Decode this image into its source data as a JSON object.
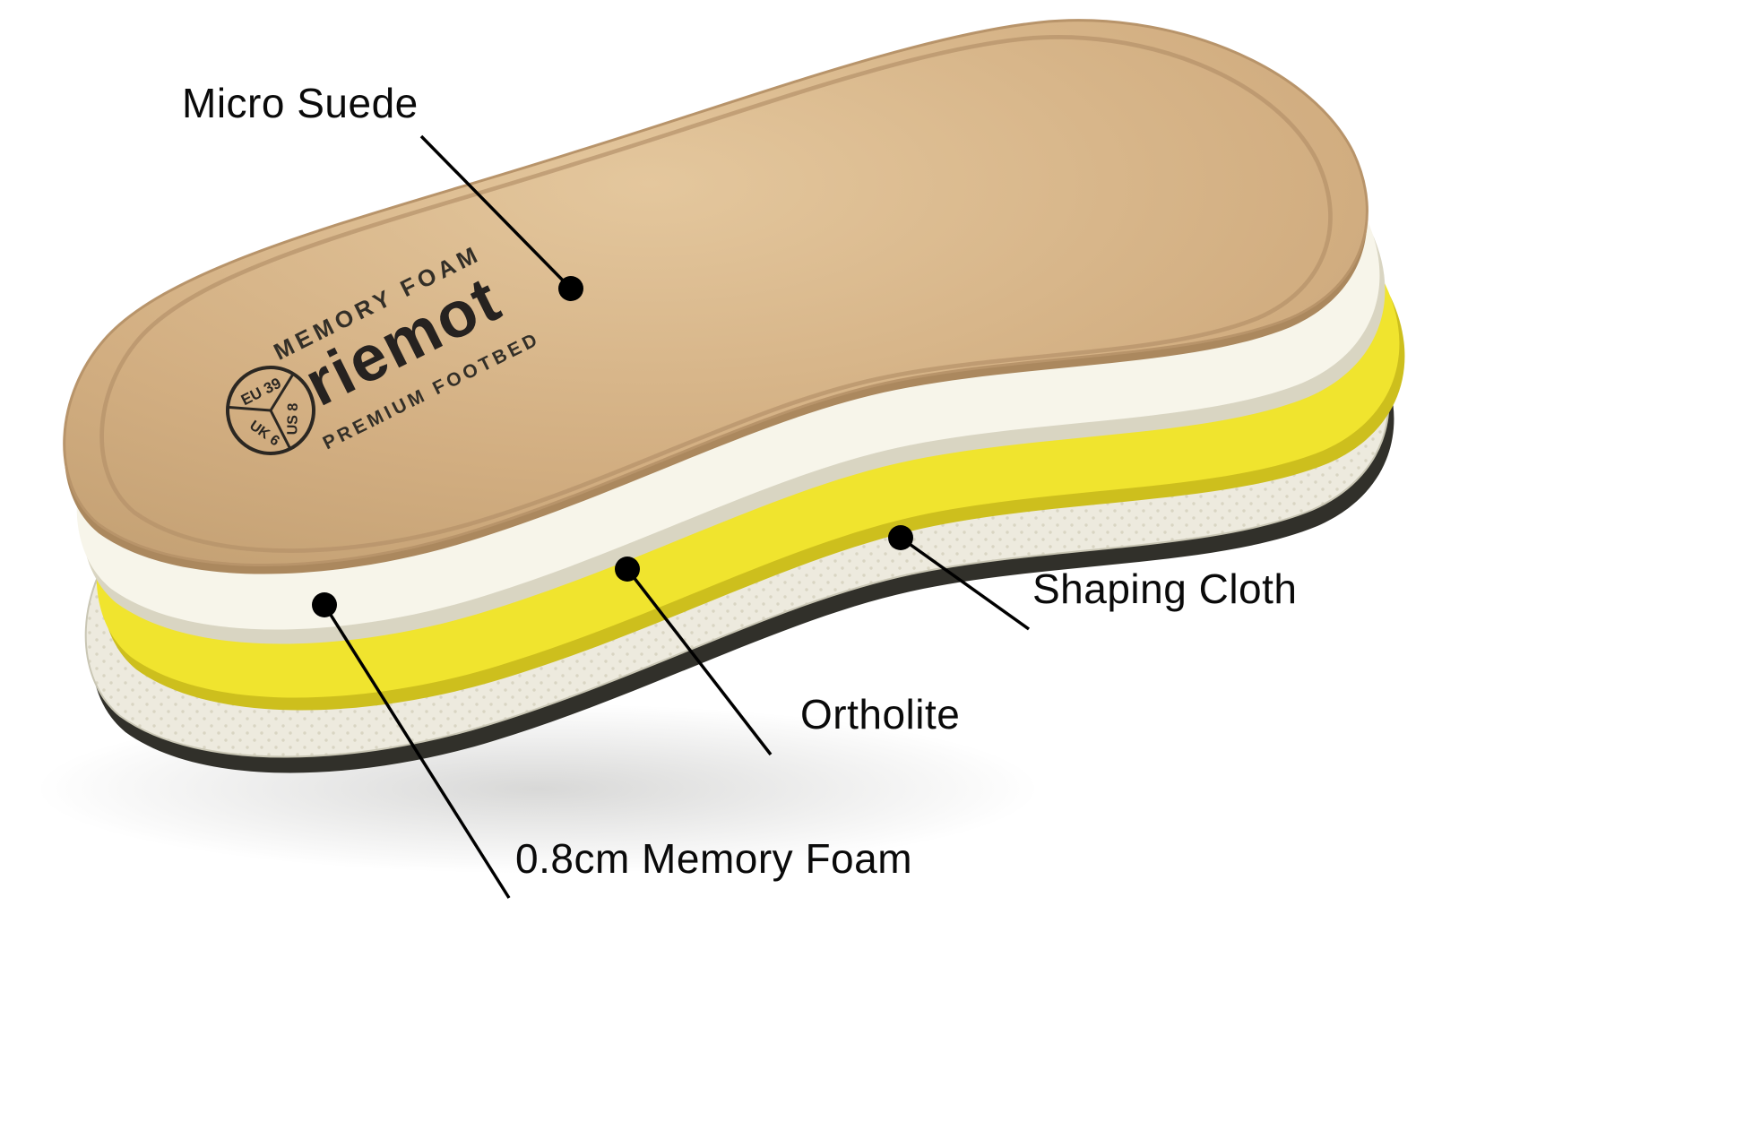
{
  "background_color": "#ffffff",
  "product": {
    "brand": "riemot",
    "tagline_top": "MEMORY FOAM",
    "tagline_bottom": "PREMIUM FOOTBED",
    "size_badge": {
      "eu": "EU 39",
      "uk": "UK 6",
      "us": "US 8"
    }
  },
  "callouts": [
    {
      "id": "micro-suede",
      "label": "Micro Suede"
    },
    {
      "id": "shaping-cloth",
      "label": "Shaping Cloth"
    },
    {
      "id": "ortholite",
      "label": "Ortholite"
    },
    {
      "id": "memory-foam",
      "label": "0.8cm Memory Foam"
    }
  ],
  "layers": [
    {
      "name": "Micro Suede",
      "color": "#d2ae81"
    },
    {
      "name": "0.8cm Memory Foam",
      "color": "#f7f5ea"
    },
    {
      "name": "Ortholite",
      "color": "#f0e42e"
    },
    {
      "name": "Shaping Cloth",
      "color": "#edeade"
    }
  ],
  "colors": {
    "suede": "#d2ae81",
    "suede_dark": "#ab885e",
    "white_layer": "#f7f5ea",
    "white_layer_shade": "#d9d5c2",
    "yellow_layer": "#f0e42e",
    "yellow_layer_shade": "#cdbf1d",
    "cloth_layer": "#edeade",
    "cloth_dot": "#d9d5c3",
    "cloth_edge": "#31302a",
    "badge_ink": "#2b2722",
    "logo_ink": "#262220",
    "callout_line": "#000000"
  }
}
